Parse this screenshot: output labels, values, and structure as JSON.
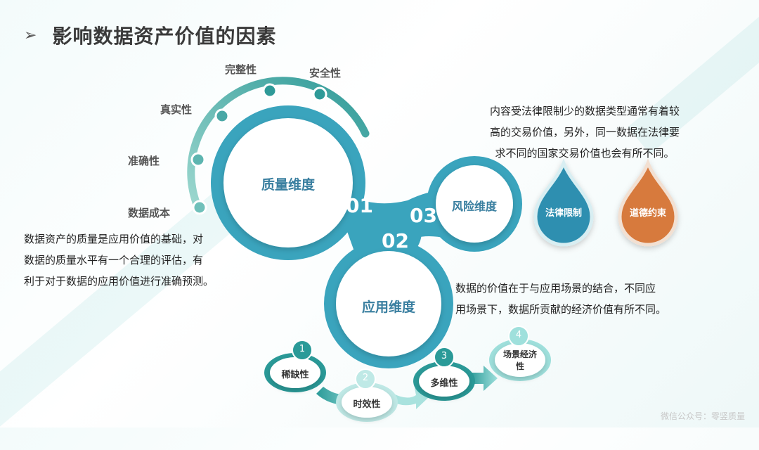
{
  "title": "影响数据资产价值的因素",
  "quality": {
    "center": "质量维度",
    "number": "01",
    "items": [
      "完整性",
      "安全性",
      "真实性",
      "准确性",
      "数据成本"
    ],
    "description": [
      "数据资产的质量是应用价值的基础，对",
      "数据的质量水平有一个合理的评估，有",
      "利于对于数据的应用价值进行准确预测。"
    ]
  },
  "application": {
    "center": "应用维度",
    "number": "02",
    "description": [
      "数据的价值在于与应用场景的结合，不同应",
      "用场景下，数据所贡献的经济价值有所不同。"
    ],
    "steps": [
      {
        "num": "1",
        "label": "稀缺性"
      },
      {
        "num": "2",
        "label": "时效性"
      },
      {
        "num": "3",
        "label": "多维性"
      },
      {
        "num": "4",
        "label": "场景经济性"
      }
    ]
  },
  "risk": {
    "center": "风险维度",
    "number": "03",
    "description": [
      "内容受法律限制少的数据类型通常有着较",
      "高的交易价值，另外，同一数据在法律要",
      "求不同的国家交易价值也会有所不同。"
    ],
    "drops": [
      {
        "label": "法律限制",
        "color": "#2e8fb0"
      },
      {
        "label": "道德约束",
        "color": "#d77a3c"
      }
    ]
  },
  "watermark": "微信公众号：零竖质量"
}
